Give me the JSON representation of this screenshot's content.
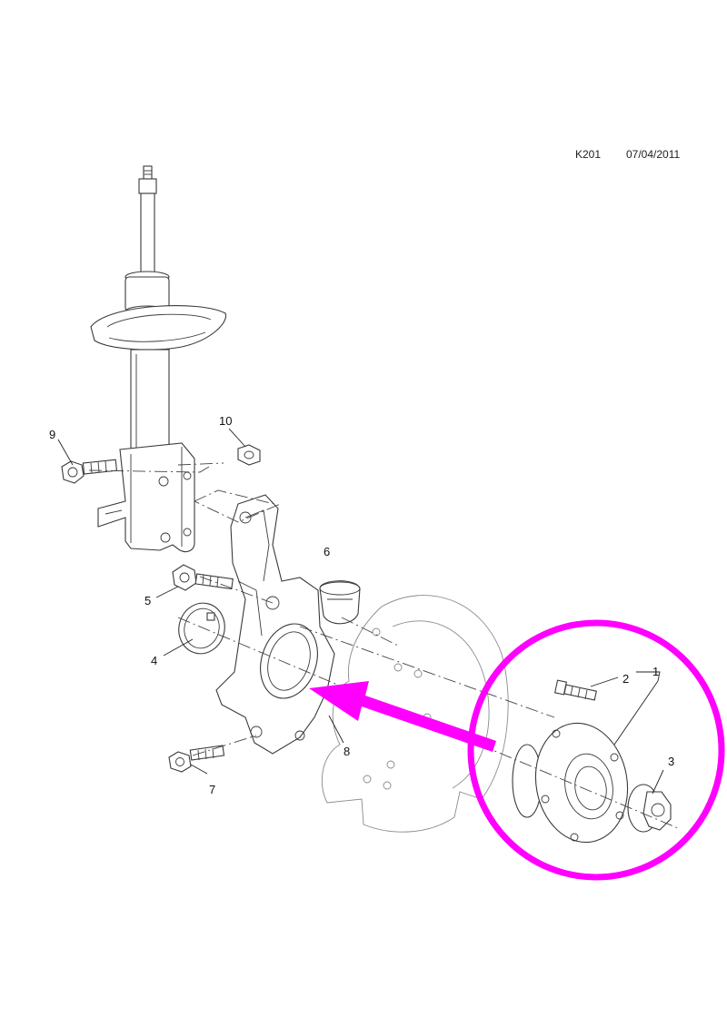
{
  "header": {
    "code": "K201",
    "date": "07/04/2011"
  },
  "callouts": [
    "1",
    "2",
    "3",
    "4",
    "5",
    "6",
    "7",
    "8",
    "9",
    "10"
  ],
  "highlight": {
    "color": "#ff00ff"
  }
}
